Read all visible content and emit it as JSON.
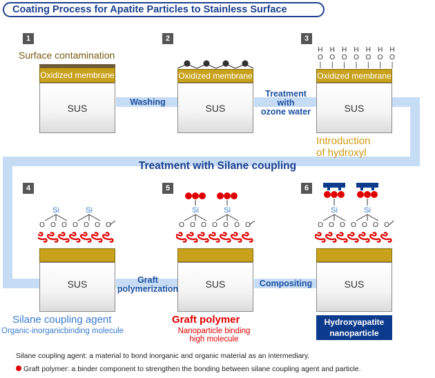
{
  "title": "Coating Process for Apatite Particles to Stainless Surface",
  "steps": [
    {
      "num": "1",
      "label": "Surface contamination",
      "membrane": "Oxidized membrane",
      "sus": "SUS"
    },
    {
      "num": "2",
      "membrane": "Oxidized membrane",
      "sus": "SUS"
    },
    {
      "num": "3",
      "membrane": "Oxidized membrane",
      "sus": "SUS",
      "caption_line1": "Introduction",
      "caption_line2": "of hydroxyl",
      "hydroxyl_top": "H",
      "hydroxyl_bottom": "O"
    },
    {
      "num": "4",
      "sus": "SUS",
      "si": "Si",
      "o": "O",
      "caption": "Silane coupling agent",
      "subcaption": "Organic-inorganicbinding molecule"
    },
    {
      "num": "5",
      "sus": "SUS",
      "si": "Si",
      "o": "O",
      "caption": "Graft polymer",
      "subcaption_line1": "Nanoparticle binding",
      "subcaption_line2": "high molecule"
    },
    {
      "num": "6",
      "sus": "SUS",
      "si": "Si",
      "o": "O",
      "caption_line1": "Hydroxyapatite",
      "caption_line2": "nanoparticle"
    }
  ],
  "arrows": {
    "washing": "Washing",
    "ozone_line1": "Treatment",
    "ozone_line2": "with",
    "ozone_line3": "ozone water",
    "silane": "Treatment with Silane coupling",
    "graft_line1": "Graft",
    "graft_line2": "polymerization",
    "compositing": "Compositing"
  },
  "notes": {
    "silane": "Silane coupling agent: a material to bond inorganic and organic material as an intermediary.",
    "graft": "Graft polymer: a binder component to strengthen the bonding between silane coupling agent and particle."
  },
  "colors": {
    "navy": "#1b3f8f",
    "band": "#c6dcf5",
    "gold": "#c8a21c",
    "red": "#e00000",
    "light_blue_text": "#3a7bd0",
    "apatite_box": "#0c3a8c"
  }
}
